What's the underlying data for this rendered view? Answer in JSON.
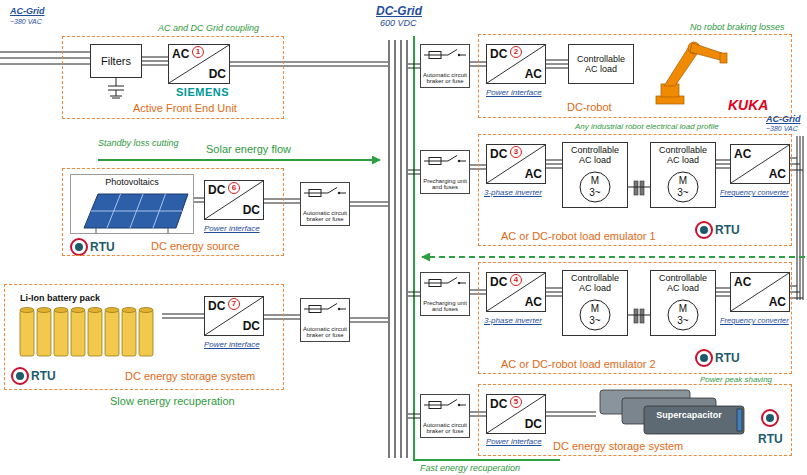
{
  "diagram": {
    "nodes": [
      {
        "text": [
          "DC-Grid",
          "600 VDC"
        ]
      },
      {
        "text": [
          "Active Front End Unit"
        ]
      },
      {
        "text": [
          "Filters"
        ],
        "in": 1
      },
      {
        "text": [
          "AC",
          "DC"
        ],
        "in": 1
      },
      {
        "text": [
          "Automatic circuit braker or fuse"
        ]
      },
      {
        "text": [
          "DC-robot"
        ]
      },
      {
        "text": [
          "DC",
          "AC"
        ],
        "in": 5
      },
      {
        "text": [
          "Controllable AC load"
        ],
        "in": 5
      },
      {
        "text": [
          "DC energy source"
        ]
      },
      {
        "text": [
          "Photovoltaics"
        ],
        "in": 8
      },
      {
        "text": [
          "DC",
          "DC"
        ],
        "in": 8
      },
      {
        "text": [
          "Automatic circuit braker or fuse"
        ]
      },
      {
        "text": [
          "Precharging unit and fuses"
        ]
      },
      {
        "text": [
          "AC or DC-robot load emulator 1"
        ]
      },
      {
        "text": [
          "DC",
          "AC"
        ],
        "in": 13
      },
      {
        "text": [
          "Controllable AC load",
          "M",
          "3~"
        ],
        "in": 13
      },
      {
        "text": [
          "Controllable AC load",
          "M",
          "3~"
        ],
        "in": 13
      },
      {
        "text": [
          "AC",
          "AC"
        ],
        "in": 13
      },
      {
        "text": [
          "Precharging unit and fuses"
        ]
      },
      {
        "text": [
          "AC or DC-robot load emulator 2"
        ]
      },
      {
        "text": [
          "DC",
          "AC"
        ],
        "in": 19
      },
      {
        "text": [
          "Controllable AC load",
          "M",
          "3~"
        ],
        "in": 19
      },
      {
        "text": [
          "Controllable AC load",
          "M",
          "3~"
        ],
        "in": 19
      },
      {
        "text": [
          "AC",
          "AC"
        ],
        "in": 19
      },
      {
        "text": [
          "DC energy storage system"
        ]
      },
      {
        "text": [
          "Li-Ion battery pack"
        ],
        "in": 24
      },
      {
        "text": [
          "DC",
          "DC"
        ],
        "in": 24
      },
      {
        "text": [
          "Automatic circuit braker or fuse"
        ]
      },
      {
        "text": [
          "Automatic circuit braker or fuse"
        ]
      },
      {
        "text": [
          "DC energy storage system"
        ]
      },
      {
        "text": [
          "DC",
          "DC"
        ],
        "in": 29
      },
      {
        "text": [
          "Supercapacitor"
        ],
        "in": 29
      }
    ],
    "edges": [
      {
        "from": 2,
        "to": 3,
        "arrow": "none"
      },
      {
        "from": 3,
        "to": 0,
        "arrow": "none"
      },
      {
        "from": 0,
        "to": 4,
        "arrow": "none"
      },
      {
        "from": 4,
        "to": 6,
        "arrow": "none"
      },
      {
        "from": 6,
        "to": 7,
        "arrow": "none"
      },
      {
        "from": 9,
        "to": 10,
        "arrow": "none"
      },
      {
        "from": 10,
        "to": 11,
        "arrow": "none"
      },
      {
        "from": 11,
        "to": 0,
        "arrow": "none"
      },
      {
        "from": 0,
        "to": 12,
        "arrow": "none"
      },
      {
        "from": 12,
        "to": 14,
        "arrow": "none"
      },
      {
        "from": 14,
        "to": 15,
        "arrow": "none"
      },
      {
        "from": 15,
        "to": 16,
        "arrow": "none"
      },
      {
        "from": 16,
        "to": 17,
        "arrow": "none"
      },
      {
        "from": 0,
        "to": 18,
        "arrow": "none"
      },
      {
        "from": 18,
        "to": 20,
        "arrow": "none"
      },
      {
        "from": 20,
        "to": 21,
        "arrow": "none"
      },
      {
        "from": 21,
        "to": 22,
        "arrow": "none"
      },
      {
        "from": 22,
        "to": 23,
        "arrow": "none"
      },
      {
        "from": 25,
        "to": 26,
        "arrow": "none"
      },
      {
        "from": 26,
        "to": 27,
        "arrow": "none"
      },
      {
        "from": 27,
        "to": 0,
        "arrow": "none"
      },
      {
        "from": 0,
        "to": 28,
        "arrow": "none"
      },
      {
        "from": 28,
        "to": 30,
        "arrow": "none"
      },
      {
        "from": 30,
        "to": 31,
        "arrow": "none"
      }
    ],
    "labels": [
      "AC-Grid",
      "~380 VAC",
      "AC and DC Grid coupling",
      "1",
      "SIEMENS",
      "No robot braking losses",
      "2",
      "Power interface",
      "KUKA",
      "Any industrial robot electrical load profile",
      "AC-Grid",
      "~380 VAC",
      "Standby loss cutting",
      "Solar energy flow",
      "6",
      "Power interface",
      "RTU",
      "3",
      "3-phase inverter",
      "Frequency converter",
      "RTU",
      "4",
      "3-phase inverter",
      "Frequency converter",
      "RTU",
      "7",
      "Power interface",
      "RTU",
      "Slow energy recuperation",
      "Power peak shaving",
      "5",
      "Power interface",
      "RTU",
      "Fast energy recuperation"
    ]
  }
}
